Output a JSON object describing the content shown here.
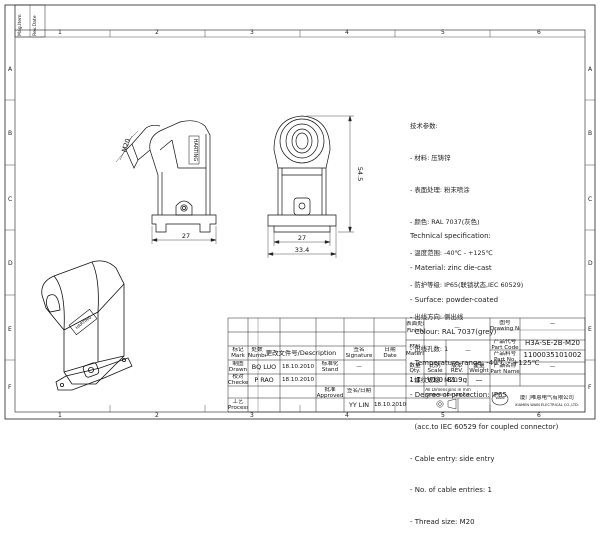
{
  "sheet": {
    "top_zone_numbers": [
      "1",
      "2",
      "3",
      "4",
      "5",
      "6"
    ],
    "bottom_zone_numbers": [
      "1",
      "2",
      "3",
      "4",
      "5",
      "6"
    ],
    "side_letters": [
      "A",
      "B",
      "C",
      "D",
      "E",
      "F"
    ],
    "corner_labels": [
      "Mag.Item",
      "Rev.Date"
    ]
  },
  "dimensions": {
    "thread_label": "M20",
    "height": "54.5",
    "side_width": "27",
    "front_width": "27",
    "overall_width": "33.4"
  },
  "part_lettering": "HARTING",
  "spec_cn": {
    "title": "技术参数:",
    "lines": [
      "- 材料: 压铸锌",
      "- 表面处理: 粉末喷涂",
      "- 颜色: RAL 7037(灰色)",
      "- 温度范围: -40℃ - +125℃",
      "- 防护等级: IP65(联锁状态,IEC 60529)",
      "- 出线方向: 侧出线",
      "- 出线孔数: 1",
      "- 螺纹规格: M20"
    ]
  },
  "spec_en": {
    "title": "Technical specification:",
    "lines": [
      "- Material: zinc die-cast",
      "- Surface: powder-coated",
      "- Colour: RAL 7037(grey)",
      "- Temperature range: -40℃ - +125℃",
      "- Degree of protection: IP65",
      "  (acc.to IEC 60529 for coupled connector)",
      "- Cable entry: side entry",
      "- No. of cable entries: 1",
      "- Thread size: M20"
    ]
  },
  "title_block": {
    "finish_label_cn": "表面处理",
    "finish_label_en": "Finish",
    "finish_value": "—",
    "material_label_cn": "材料",
    "material_label_en": "Material",
    "material_value": "—",
    "drawing_no_label_cn": "图号",
    "drawing_no_label_en": "Drawing No.",
    "drawing_no_value": "—",
    "part_code_label_cn": "产品代号",
    "part_code_label_en": "Part Code",
    "part_code_value": "H3A-SE-2B-M20",
    "part_no_label_cn": "产品料号",
    "part_no_label_en": "Part No.",
    "part_no_value": "1100035101002",
    "part_name_label_cn": "产品名称",
    "part_name_label_en": "Part Name",
    "part_name_value": "—",
    "mark_cn": "标记",
    "mark_en": "Mark",
    "number_cn": "处数",
    "number_en": "Number",
    "change_doc_label": "更改文件号/Description",
    "signature_cn": "签名",
    "signature_en": "Signature",
    "date_cn": "日期",
    "date_en": "Date",
    "drawn_cn": "制图",
    "drawn_en": "Drawn",
    "drawn_name": "BQ LUO",
    "drawn_date": "18.10.2010",
    "checked_cn": "校对",
    "checked_en": "Checked",
    "checked_name": "P RAO",
    "checked_date": "18.10.2010",
    "process_cn": "工艺",
    "process_en": "Process",
    "sign_date_label": "签名/日期",
    "standard_cn": "标准化",
    "standard_en": "Stand",
    "standard_value": "—",
    "approved_cn": "批准",
    "approved_en": "Approved",
    "approved_name": "YY LIN",
    "approved_date": "18.10.2010",
    "scale_cn": "比例",
    "scale_en": "Scale",
    "scale_value": "1:1",
    "version_cn": "版本",
    "version_en": "REV.",
    "version_value": "V1.0",
    "weight_cn": "重量",
    "weight_en": "Weight",
    "weight_value": "81.9g",
    "qty_cn": "数量",
    "qty_en": "Qty.",
    "qty_value": "—",
    "dims_note_1": "All Dimensions in mm",
    "dims_note_2": "Original Size DIN A 4",
    "company_cn": "厦门唯恩电气有限公司",
    "company_en": "XIAMEN WAIN ELECTRICAL CO.,LTD.",
    "logo_text": "WAIN"
  }
}
